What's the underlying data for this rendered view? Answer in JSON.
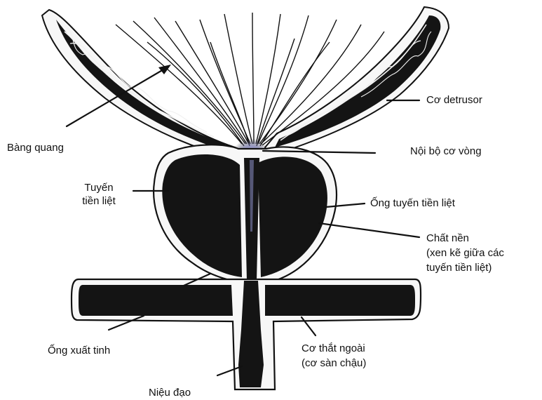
{
  "labels": {
    "bang_quang": "Bàng quang",
    "co_detrusor": "Cơ detrusor",
    "noi_bo_co_vong": "Nội bộ cơ vòng",
    "tuyen_tien_liet_1": "Tuyến",
    "tuyen_tien_liet_2": "tiền liệt",
    "ong_tuyen_tien_liet": "Ống tuyến tiền liệt",
    "chat_nen_1": "Chất nền",
    "chat_nen_2": "(xen kẽ giữa các",
    "chat_nen_3": "tuyến tiền liệt)",
    "ong_xuat_tinh": "Ống xuất tinh",
    "co_that_ngoai_1": "Cơ thắt ngoài",
    "co_that_ngoai_2": "(cơ sàn chậu)",
    "nieu_dao": "Niệu đạo"
  },
  "colors": {
    "tissue": "#141414",
    "fiber": "#f2f2f2",
    "line": "#111111",
    "urethra_highlight": "#8c8fc8"
  }
}
